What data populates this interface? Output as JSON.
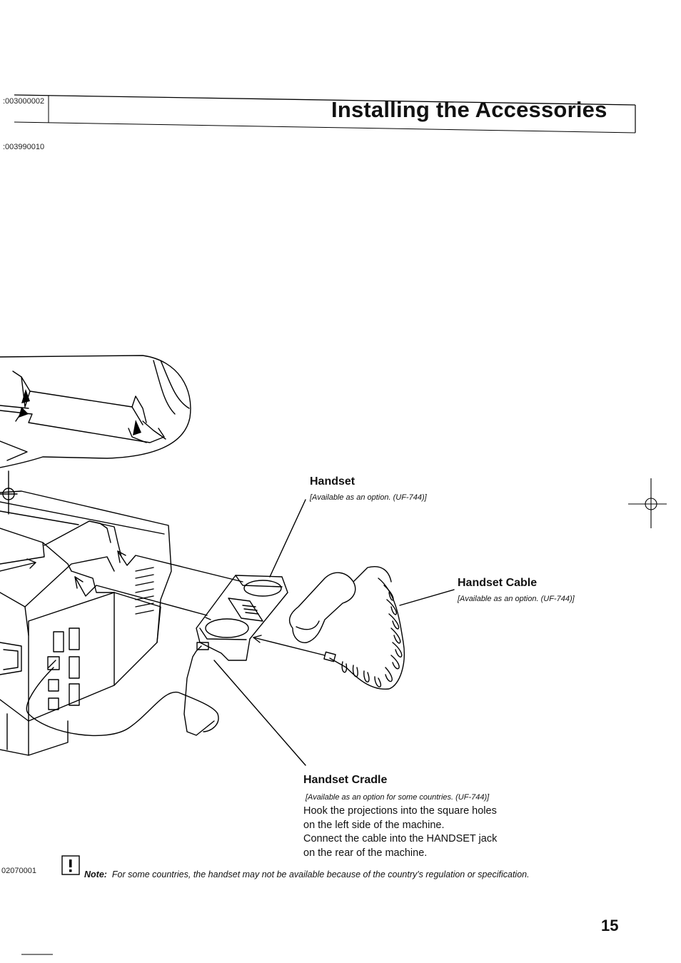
{
  "doc": {
    "code_top": ":003000002",
    "code_second": ":003990010",
    "title": "Installing the Accessories",
    "code_note": "02070001",
    "page_number": "15"
  },
  "labels": {
    "handset": "Handset",
    "handset_avail": "[Available as an option. (UF-744)]",
    "handset_cable": "Handset Cable",
    "handset_cable_avail": "[Available as an option. (UF-744)]",
    "handset_cradle": "Handset Cradle",
    "handset_cradle_avail": "[Available as an option for some countries. (UF-744)]"
  },
  "instructions": {
    "line1": "Hook the projections into the square holes",
    "line2": "on the left side of the machine.",
    "line3": "Connect the cable into the HANDSET jack",
    "line4": "on the rear of the machine."
  },
  "note": {
    "icon": "exclamation-icon",
    "label": "Note:",
    "text": "For some countries, the handset may not be available because of the country's regulation or specification."
  }
}
